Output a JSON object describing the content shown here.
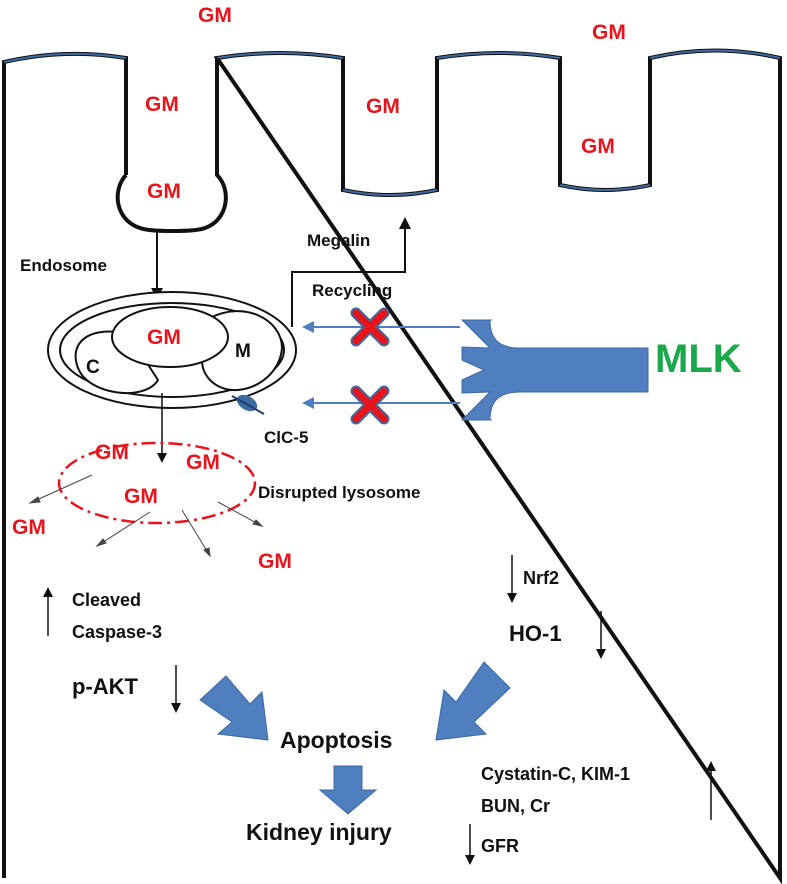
{
  "drug_label": "GM",
  "labels": {
    "endosome": "Endosome",
    "megalin": "Megalin",
    "recycling": "Recycling",
    "c": "C",
    "m": "M",
    "clc5": "ClC-5",
    "disrupted_lysosome": "Disrupted lysosome",
    "mlk": "MLK",
    "nrf2": "Nrf2",
    "ho1": "HO-1",
    "cleaved": "Cleaved",
    "caspase3": "Caspase-3",
    "pakt": "p-AKT",
    "apoptosis": "Apoptosis",
    "kidney_injury": "Kidney injury",
    "biomarkers_line1": "Cystatin-C, KIM-1",
    "biomarkers_line2": "BUN, Cr",
    "gfr": "GFR"
  },
  "colors": {
    "drug": "#e8141b",
    "mlk": "#1aa84a",
    "block_arrow": "#4f7fbf",
    "membrane_edge": "#3d6aa0",
    "inhibit_x": "#e8141b"
  }
}
